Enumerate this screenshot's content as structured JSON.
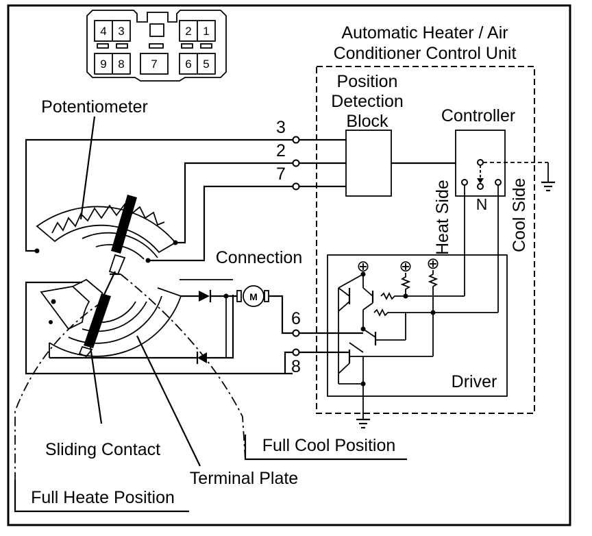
{
  "connector": {
    "pins_top": [
      "4",
      "3",
      "2",
      "1"
    ],
    "pins_bottom": [
      "9",
      "8",
      "7",
      "6",
      "5"
    ]
  },
  "labels": {
    "unit_title_line1": "Automatic Heater / Air",
    "unit_title_line2": "Conditioner Control Unit",
    "position_block_line1": "Position",
    "position_block_line2": "Detection",
    "position_block_line3": "Block",
    "controller": "Controller",
    "potentiometer": "Potentiometer",
    "connection": "Connection",
    "motor": "M",
    "heat_side": "Heat Side",
    "cool_side": "Cool Side",
    "neutral": "N",
    "driver": "Driver",
    "sliding_contact": "Sliding Contact",
    "terminal_plate": "Terminal Plate",
    "full_cool_position": "Full Cool Position",
    "full_heate_position": "Full Heate Position"
  },
  "terminals": {
    "t3": "3",
    "t2": "2",
    "t7": "7",
    "t6": "6",
    "t8": "8"
  },
  "icons": {
    "plus_symbol": "⊕"
  }
}
